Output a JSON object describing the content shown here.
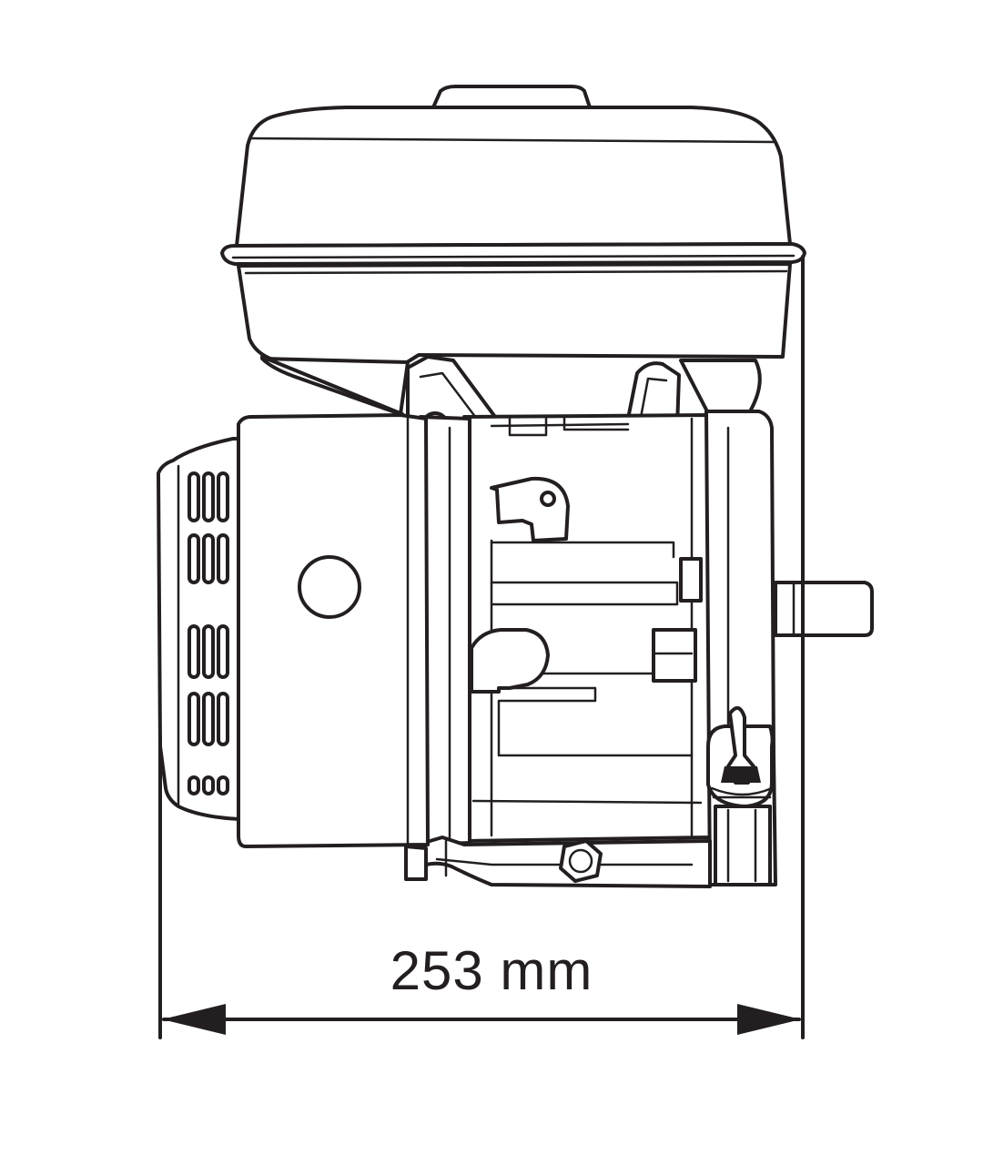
{
  "drawing": {
    "subject": "engine-side-view",
    "stroke_color": "#231f20",
    "background_color": "#ffffff"
  },
  "dimension": {
    "label": "253 mm",
    "value": 253,
    "unit": "mm"
  }
}
